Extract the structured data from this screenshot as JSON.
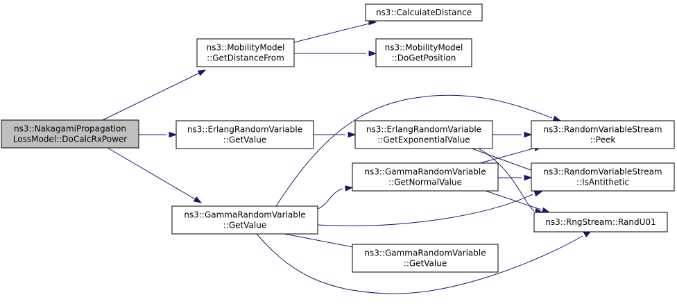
{
  "nodes": [
    {
      "id": "root",
      "lines": [
        "ns3::NakagamiPropagation",
        "LossModel::DoCalcRxPower"
      ],
      "root": true
    },
    {
      "id": "mm_getdist",
      "lines": [
        "ns3::MobilityModel",
        "::GetDistanceFrom"
      ]
    },
    {
      "id": "calcdist",
      "lines": [
        "ns3::CalculateDistance"
      ]
    },
    {
      "id": "mm_dogetpos",
      "lines": [
        "ns3::MobilityModel",
        "::DoGetPosition"
      ]
    },
    {
      "id": "erlang_getvalue",
      "lines": [
        "ns3::ErlangRandomVariable",
        "::GetValue"
      ]
    },
    {
      "id": "erlang_getexp",
      "lines": [
        "ns3::ErlangRandomVariable",
        "::GetExponentialValue"
      ]
    },
    {
      "id": "gamma_getvalue",
      "lines": [
        "ns3::GammaRandomVariable",
        "::GetValue"
      ]
    },
    {
      "id": "gamma_getnormal",
      "lines": [
        "ns3::GammaRandomVariable",
        "::GetNormalValue"
      ]
    },
    {
      "id": "gamma_getvalue2",
      "lines": [
        "ns3::GammaRandomVariable",
        "::GetValue"
      ]
    },
    {
      "id": "rvs_peek",
      "lines": [
        "ns3::RandomVariableStream",
        "::Peek"
      ]
    },
    {
      "id": "rvs_isanti",
      "lines": [
        "ns3::RandomVariableStream",
        "::IsAntithetic"
      ]
    },
    {
      "id": "rng_randu01",
      "lines": [
        "ns3::RngStream::RandU01"
      ]
    }
  ],
  "edges": [
    {
      "from": "root",
      "to": "mm_getdist"
    },
    {
      "from": "root",
      "to": "erlang_getvalue"
    },
    {
      "from": "root",
      "to": "gamma_getvalue"
    },
    {
      "from": "mm_getdist",
      "to": "calcdist"
    },
    {
      "from": "mm_getdist",
      "to": "mm_dogetpos"
    },
    {
      "from": "erlang_getvalue",
      "to": "erlang_getexp"
    },
    {
      "from": "erlang_getexp",
      "to": "rvs_peek"
    },
    {
      "from": "erlang_getexp",
      "to": "rvs_isanti"
    },
    {
      "from": "erlang_getexp",
      "to": "rng_randu01"
    },
    {
      "from": "gamma_getvalue",
      "to": "gamma_getnormal"
    },
    {
      "from": "gamma_getvalue",
      "to": "gamma_getvalue2"
    },
    {
      "from": "gamma_getvalue",
      "to": "rvs_peek"
    },
    {
      "from": "gamma_getvalue",
      "to": "rvs_isanti"
    },
    {
      "from": "gamma_getvalue",
      "to": "rng_randu01"
    },
    {
      "from": "gamma_getnormal",
      "to": "rvs_peek"
    },
    {
      "from": "gamma_getnormal",
      "to": "rvs_isanti"
    },
    {
      "from": "gamma_getnormal",
      "to": "rng_randu01"
    }
  ],
  "colors": {
    "edge": "#191970",
    "root_fill": "#bfbfbf",
    "node_fill": "#ffffff",
    "node_stroke": "#000000"
  }
}
